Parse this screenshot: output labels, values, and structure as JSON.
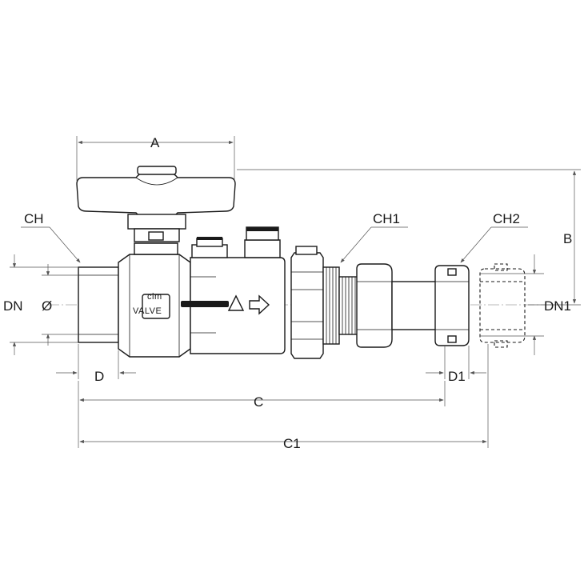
{
  "labels": {
    "A": "A",
    "B": "B",
    "C": "C",
    "C1": "C1",
    "CH": "CH",
    "CH1": "CH1",
    "CH2": "CH2",
    "D": "D",
    "D1": "D1",
    "DN": "DN",
    "DIA": "Ø",
    "DN1": "DN1"
  },
  "logo": {
    "brand": "cim",
    "text": "VALVE"
  }
}
